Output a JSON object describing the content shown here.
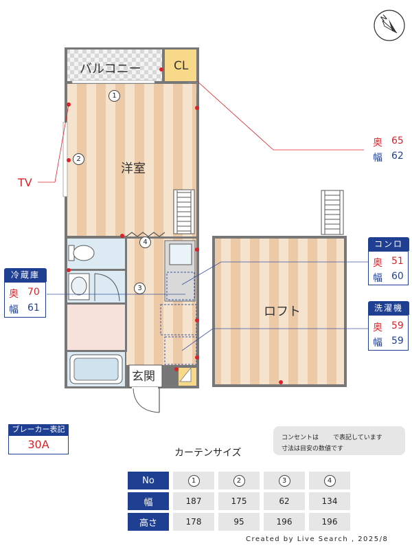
{
  "compass": {
    "label": "N"
  },
  "rooms": {
    "balcony": "バルコニー",
    "closet": "CL",
    "western_room": "洋室",
    "loft": "ロフト",
    "entrance": "玄関"
  },
  "markers": {
    "m1": "1",
    "m2": "2",
    "m3": "3",
    "m4": "4"
  },
  "tv_label": "TV",
  "cl_info": {
    "depth_label": "奥",
    "depth": "65",
    "width_label": "幅",
    "width": "62"
  },
  "stove_info": {
    "title": "コンロ",
    "depth_label": "奥",
    "depth": "51",
    "width_label": "幅",
    "width": "60"
  },
  "fridge_info": {
    "title": "冷蔵庫",
    "depth_label": "奥",
    "depth": "70",
    "width_label": "幅",
    "width": "61"
  },
  "washer_info": {
    "title": "洗濯機",
    "depth_label": "奥",
    "depth": "59",
    "width_label": "幅",
    "width": "59"
  },
  "breaker": {
    "title": "ブレーカー表記",
    "value": "30A"
  },
  "notes": {
    "line1": "コンセントは",
    "line1b": "で表記しています",
    "line2": "寸法は目安の数値です"
  },
  "curtain": {
    "title": "カーテンサイズ",
    "header": "No",
    "row_width": "幅",
    "row_height": "高さ",
    "cols": [
      "1",
      "2",
      "3",
      "4"
    ],
    "widths": [
      "187",
      "175",
      "62",
      "134"
    ],
    "heights": [
      "178",
      "95",
      "196",
      "196"
    ]
  },
  "credit": "Created by Live Search , 2025/8",
  "colors": {
    "accent_blue": "#1e3f92",
    "accent_red": "#d8232a",
    "floor": "#f1d3b5"
  }
}
